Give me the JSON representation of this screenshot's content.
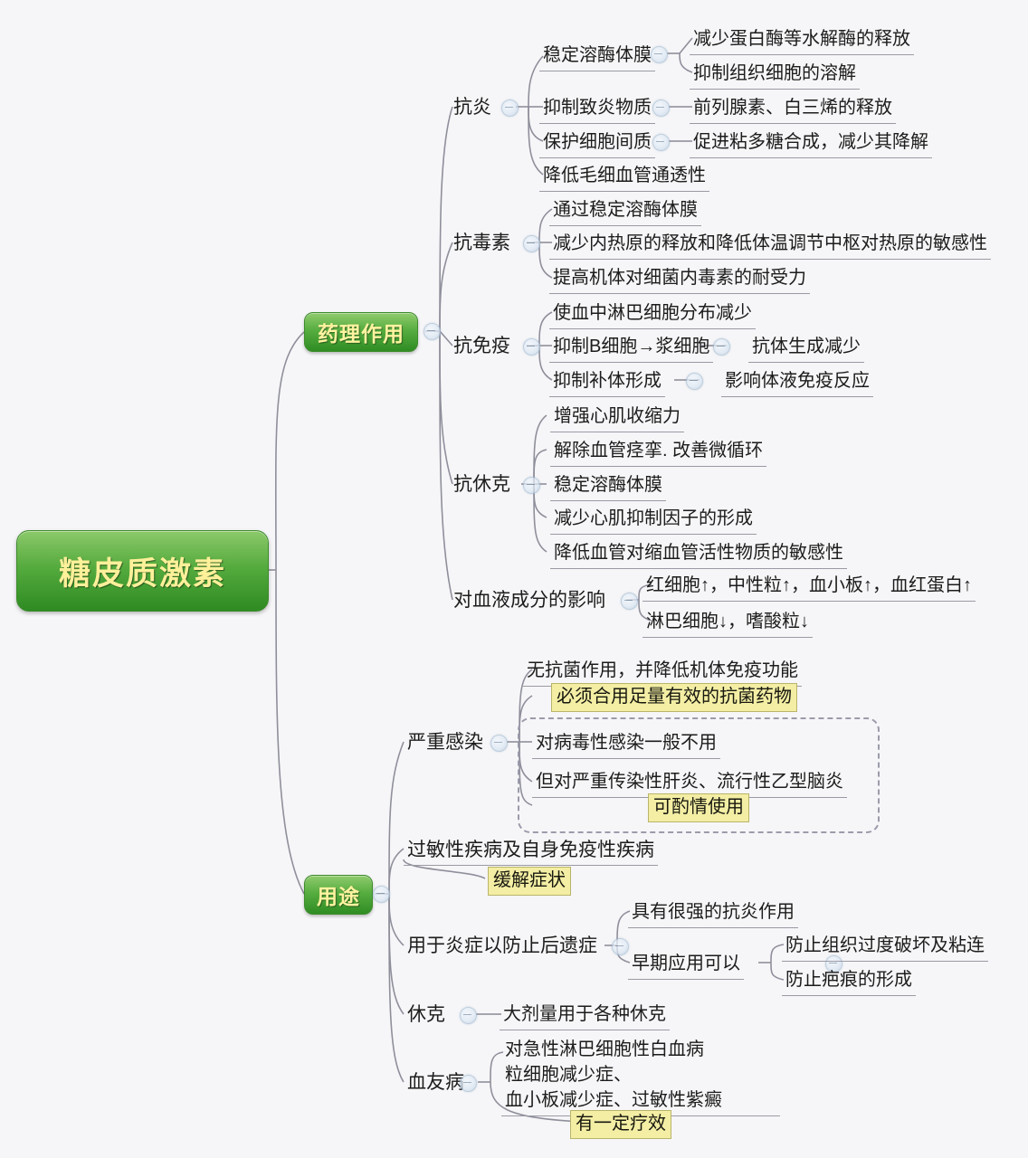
{
  "title": "糖皮质激素思维导图",
  "root": {
    "label": "糖皮质激素"
  },
  "branches": {
    "pharmacology": {
      "label": "药理作用"
    },
    "uses": {
      "label": "用途"
    }
  },
  "pharmacology_groups": [
    {
      "label": "抗炎",
      "children": [
        {
          "label": "稳定溶酶体膜",
          "children": [
            "减少蛋白酶等水解酶的释放",
            "抑制组织细胞的溶解"
          ]
        },
        {
          "label": "抑制致炎物质",
          "children": [
            "前列腺素、白三烯的释放"
          ]
        },
        {
          "label": "保护细胞间质",
          "children": [
            "促进粘多糖合成，减少其降解"
          ]
        },
        {
          "label": "降低毛细血管通透性",
          "children": []
        }
      ]
    },
    {
      "label": "抗毒素",
      "children": [
        {
          "label": "通过稳定溶酶体膜",
          "children": []
        },
        {
          "label": "减少内热原的释放和降低体温调节中枢对热原的敏感性",
          "children": []
        },
        {
          "label": "提高机体对细菌内毒素的耐受力",
          "children": []
        }
      ]
    },
    {
      "label": "抗免疫",
      "children": [
        {
          "label": "使血中淋巴细胞分布减少",
          "children": []
        },
        {
          "label": "抑制B细胞→浆细胞",
          "children": [
            "抗体生成减少"
          ]
        },
        {
          "label": "抑制补体形成",
          "children": [
            "影响体液免疫反应"
          ]
        }
      ]
    },
    {
      "label": "抗休克",
      "children": [
        {
          "label": "增强心肌收缩力",
          "children": []
        },
        {
          "label": "解除血管痉挛. 改善微循环",
          "children": []
        },
        {
          "label": "稳定溶酶体膜",
          "children": []
        },
        {
          "label": "减少心肌抑制因子的形成",
          "children": []
        },
        {
          "label": "降低血管对缩血管活性物质的敏感性",
          "children": []
        }
      ]
    },
    {
      "label": "对血液成分的影响",
      "children": [
        {
          "label": "红细胞↑，中性粒↑，血小板↑，血红蛋白↑",
          "children": []
        },
        {
          "label": "淋巴细胞↓，嗜酸粒↓",
          "children": []
        }
      ]
    }
  ],
  "uses_groups": [
    {
      "label": "严重感染",
      "children": [
        {
          "label": "无抗菌作用，并降低机体免疫功能",
          "highlight": false
        },
        {
          "label": "必须合用足量有效的抗菌药物",
          "highlight": true
        },
        {
          "label": "对病毒性感染一般不用",
          "highlight": false,
          "boxed": true
        },
        {
          "label": "但对严重传染性肝炎、流行性乙型脑炎",
          "highlight": false,
          "boxed": true
        },
        {
          "label": "可酌情使用",
          "highlight": true,
          "boxed": true
        }
      ]
    },
    {
      "label": "过敏性疾病及自身免疫性疾病",
      "is_leaf_label": true,
      "children": [
        {
          "label": "缓解症状",
          "highlight": true
        }
      ]
    },
    {
      "label": "用于炎症以防止后遗症",
      "children": [
        {
          "label": "具有很强的抗炎作用",
          "highlight": false
        },
        {
          "label": "早期应用可以",
          "highlight": false,
          "children": [
            "防止组织过度破坏及粘连",
            "防止疤痕的形成"
          ]
        }
      ]
    },
    {
      "label": "休克",
      "children": [
        {
          "label": "大剂量用于各种休克",
          "highlight": false
        }
      ]
    },
    {
      "label": "血友病",
      "children": [
        {
          "label": "对急性淋巴细胞性白血病\n粒细胞减少症、\n血小板减少症、过敏性紫癜",
          "highlight": false
        },
        {
          "label": "有一定疗效",
          "highlight": true
        }
      ]
    }
  ],
  "icons": {
    "collapse": "collapse-toggle-icon"
  },
  "colors": {
    "node_green_light": "#8cc96a",
    "node_green_dark": "#2e8b22",
    "node_text_yellow": "#fff09a",
    "highlight_yellow": "#f3eea4",
    "wire_gray": "#8f8f9c",
    "background": "#f6f6f8"
  }
}
